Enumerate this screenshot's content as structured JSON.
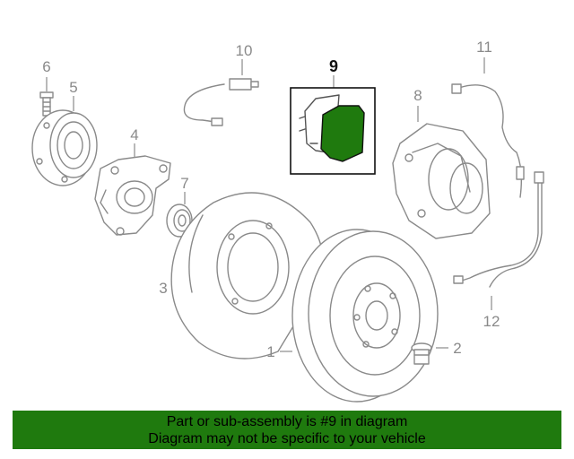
{
  "callouts": {
    "c1": "1",
    "c2": "2",
    "c3": "3",
    "c4": "4",
    "c5": "5",
    "c6": "6",
    "c7": "7",
    "c8": "8",
    "c9": "9",
    "c10": "10",
    "c11": "11",
    "c12": "12"
  },
  "highlight_color": "#1f7a0e",
  "footer": {
    "line1": "Part or sub-assembly is #9 in diagram",
    "line2": "Diagram may not be specific to your vehicle"
  }
}
